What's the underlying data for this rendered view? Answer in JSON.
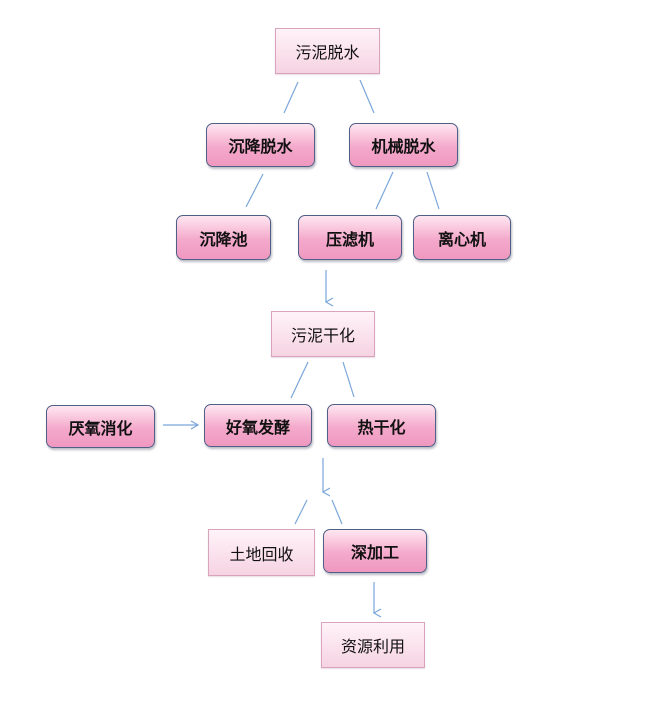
{
  "nodes": {
    "sludge_dewatering": "污泥脱水",
    "settling_dewatering": "沉降脱水",
    "mechanical_dewatering": "机械脱水",
    "settling_tank": "沉降池",
    "filter_press": "压滤机",
    "centrifuge": "离心机",
    "sludge_drying": "污泥干化",
    "anaerobic_digestion": "厌氧消化",
    "aerobic_fermentation": "好氧发酵",
    "thermal_drying": "热干化",
    "land_reuse": "土地回收",
    "deep_processing": "深加工",
    "resource_utilization": "资源利用"
  },
  "colors": {
    "line": "#7aa6d9",
    "pill_border": "#4f5f86",
    "pill_fill": "#f4a9cb",
    "rect_fill": "#f6d3e2"
  }
}
